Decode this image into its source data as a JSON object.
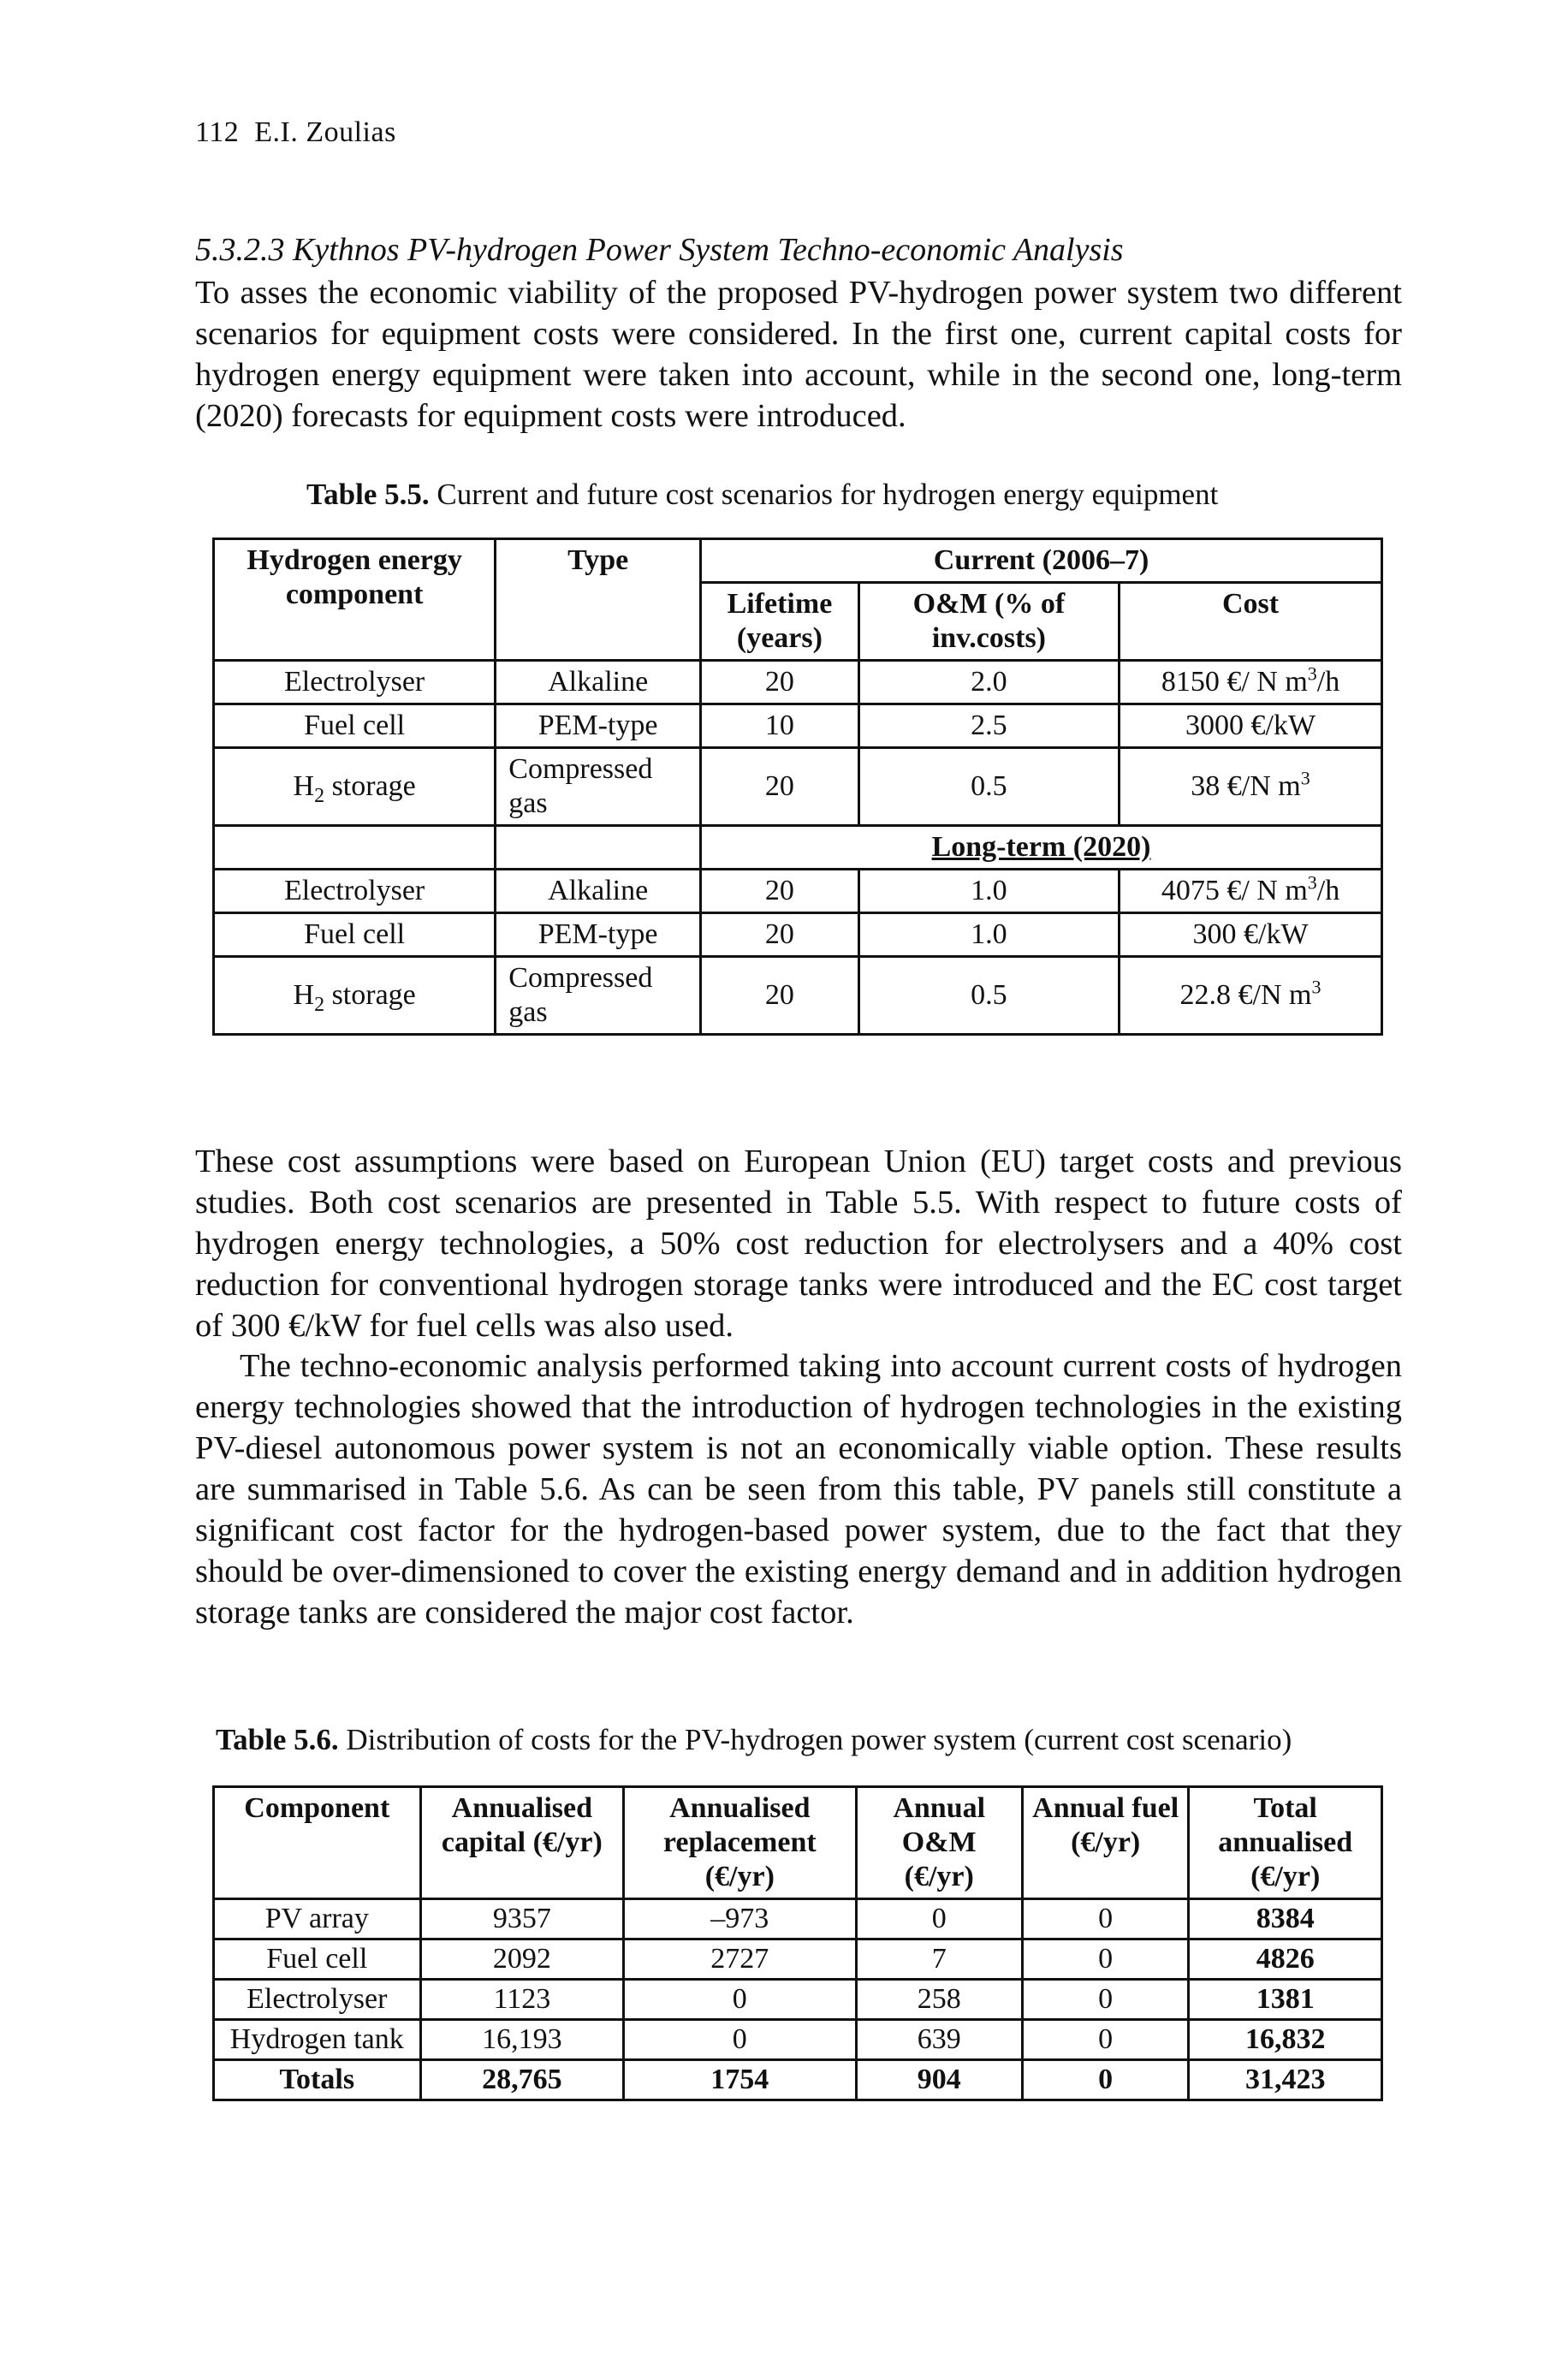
{
  "header": {
    "page_number": "112",
    "author": "E.I. Zoulias"
  },
  "section": {
    "heading": "5.3.2.3 Kythnos PV-hydrogen Power System Techno-economic Analysis"
  },
  "paragraphs": {
    "intro": "To asses the economic viability of the proposed PV-hydrogen power system two different scenarios for equipment costs were considered. In the first one, current capital costs for hydrogen energy equipment were taken into account, while in the second one, long-term (2020) forecasts for equipment costs were introduced.",
    "assumptions": "These cost assumptions were based on European Union (EU) target costs and previous studies. Both cost scenarios are presented in Table 5.5. With respect to future costs of hydrogen energy technologies, a 50% cost reduction for electrolysers and a 40% cost reduction for conventional hydrogen storage tanks were introduced and the EC cost target of 300 €/kW for fuel cells was also used.",
    "analysis": "The techno-economic analysis performed taking into account current costs of hydrogen energy technologies showed that the introduction of hydrogen technologies in the existing PV-diesel autonomous power system is not an economically viable option. These results are summarised in Table 5.6. As can be seen from this table, PV panels still constitute a significant cost factor for the hydrogen-based power system, due to the fact that they should be over-dimensioned to cover the existing energy demand and in addition hydrogen storage tanks are considered the major cost factor."
  },
  "table55": {
    "label": "Table 5.5.",
    "caption": "Current and future cost scenarios for hydrogen energy equipment",
    "headers": {
      "component": "Hydrogen energy component",
      "type": "Type",
      "current": "Current (2006–7)",
      "lifetime": "Lifetime (years)",
      "om": "O&M (% of inv.costs)",
      "cost": "Cost",
      "longterm": "Long-term (2020)"
    },
    "current_rows": [
      {
        "component": "Electrolyser",
        "type": "Alkaline",
        "lifetime": "20",
        "om": "2.0",
        "cost_value": "8150 €/ N m",
        "cost_sup": "3",
        "cost_suffix": "/h"
      },
      {
        "component": "Fuel cell",
        "type": "PEM-type",
        "lifetime": "10",
        "om": "2.5",
        "cost_value": "3000 €/kW",
        "cost_sup": "",
        "cost_suffix": ""
      },
      {
        "component": "H",
        "component_sub": "2",
        "component_suffix": " storage",
        "type": "Compressed gas",
        "lifetime": "20",
        "om": "0.5",
        "cost_value": "38 €/N m",
        "cost_sup": "3",
        "cost_suffix": ""
      }
    ],
    "longterm_rows": [
      {
        "component": "Electrolyser",
        "type": "Alkaline",
        "lifetime": "20",
        "om": "1.0",
        "cost_value": "4075 €/ N m",
        "cost_sup": "3",
        "cost_suffix": "/h"
      },
      {
        "component": "Fuel cell",
        "type": "PEM-type",
        "lifetime": "20",
        "om": "1.0",
        "cost_value": "300 €/kW",
        "cost_sup": "",
        "cost_suffix": ""
      },
      {
        "component": "H",
        "component_sub": "2",
        "component_suffix": " storage",
        "type": "Compressed gas",
        "lifetime": "20",
        "om": "0.5",
        "cost_value": "22.8 €/N m",
        "cost_sup": "3",
        "cost_suffix": ""
      }
    ]
  },
  "table56": {
    "label": "Table 5.6.",
    "caption": "Distribution of costs for the PV-hydrogen power system (current cost scenario)",
    "headers": [
      "Component",
      "Annualised capital (€/yr)",
      "Annualised replacement (€/yr)",
      "Annual O&M (€/yr)",
      "Annual fuel (€/yr)",
      "Total annualised (€/yr)"
    ],
    "rows": [
      [
        "PV array",
        "9357",
        "–973",
        "0",
        "0",
        "8384"
      ],
      [
        "Fuel cell",
        "2092",
        "2727",
        "7",
        "0",
        "4826"
      ],
      [
        "Electrolyser",
        "1123",
        "0",
        "258",
        "0",
        "1381"
      ],
      [
        "Hydrogen tank",
        "16,193",
        "0",
        "639",
        "0",
        "16,832"
      ]
    ],
    "totals": [
      "Totals",
      "28,765",
      "1754",
      "904",
      "0",
      "31,423"
    ]
  }
}
